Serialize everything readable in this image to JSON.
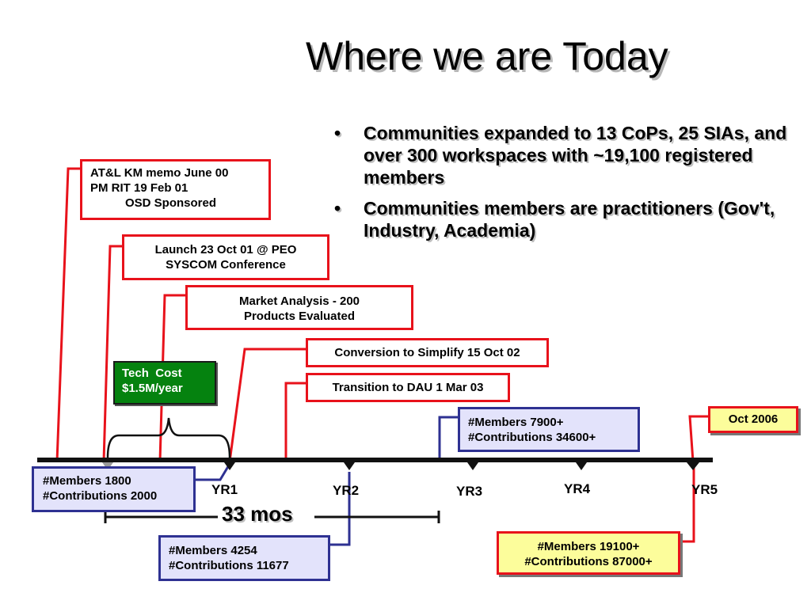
{
  "title": "Where we are Today",
  "bullets": [
    "Communities expanded to 13 CoPs, 25 SIAs, and over 300 workspaces with ~19,100 registered members",
    "Communities members are practitioners (Gov't, Industry, Academia)"
  ],
  "bullet_glyph": "•",
  "events": {
    "atl": [
      "AT&L KM memo June 00",
      "PM RIT 19 Feb 01",
      "OSD Sponsored"
    ],
    "launch": [
      "Launch 23 Oct 01 @ PEO",
      "SYSCOM Conference"
    ],
    "market": [
      "Market Analysis - 200",
      "Products Evaluated"
    ],
    "conversion": "Conversion to Simplify 15 Oct 02",
    "transition": "Transition to DAU 1 Mar 03",
    "oct2006": "Oct 2006"
  },
  "tech_cost": [
    "Tech  Cost",
    "$1.5M/year"
  ],
  "stats": {
    "s1": [
      "#Members 1800",
      "#Contributions 2000"
    ],
    "s2": [
      "#Members 4254",
      "#Contributions 11677"
    ],
    "s3": [
      "#Members 7900+",
      "#Contributions 34600+"
    ],
    "s4": [
      "#Members 19100+",
      "#Contributions 87000+"
    ]
  },
  "years": [
    "YR1",
    "YR2",
    "YR3",
    "YR4",
    "YR5"
  ],
  "duration": "33 mos",
  "colors": {
    "red": "#e8121b",
    "blue": "#2e3192",
    "stat_fill": "#e3e3fb",
    "green": "#05820f",
    "yellow": "#fcfd9b",
    "timeline": "#111111"
  }
}
